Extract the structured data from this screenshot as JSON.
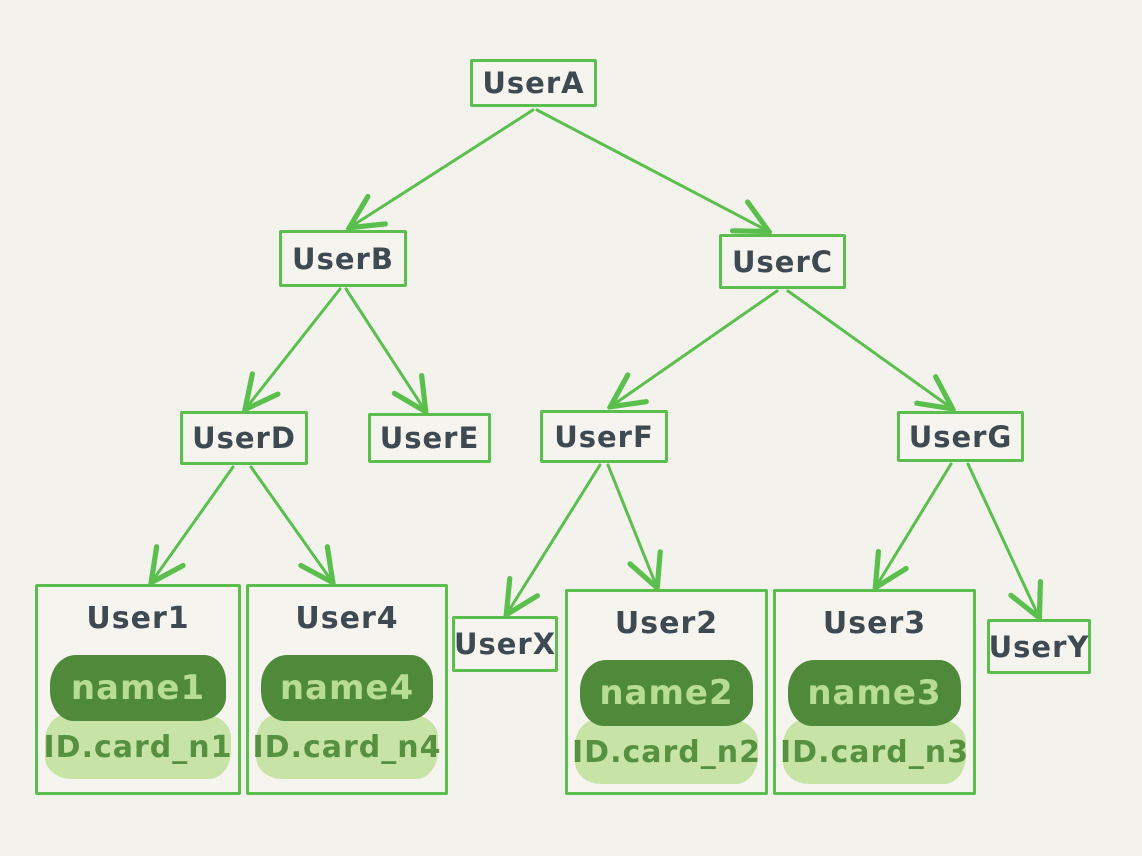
{
  "diagram": {
    "type": "tree",
    "root": "UserA",
    "edges": [
      [
        "UserA",
        "UserB"
      ],
      [
        "UserA",
        "UserC"
      ],
      [
        "UserB",
        "UserD"
      ],
      [
        "UserB",
        "UserE"
      ],
      [
        "UserC",
        "UserF"
      ],
      [
        "UserC",
        "UserG"
      ],
      [
        "UserD",
        "User1"
      ],
      [
        "UserD",
        "User4"
      ],
      [
        "UserF",
        "UserX"
      ],
      [
        "UserF",
        "User2"
      ],
      [
        "UserG",
        "User3"
      ],
      [
        "UserG",
        "UserY"
      ]
    ]
  },
  "nodes": {
    "userA": {
      "label": "UserA"
    },
    "userB": {
      "label": "UserB"
    },
    "userC": {
      "label": "UserC"
    },
    "userD": {
      "label": "UserD"
    },
    "userE": {
      "label": "UserE"
    },
    "userF": {
      "label": "UserF"
    },
    "userG": {
      "label": "UserG"
    },
    "userX": {
      "label": "UserX"
    },
    "userY": {
      "label": "UserY"
    }
  },
  "cards": {
    "user1": {
      "title": "User1",
      "name": "name1",
      "id_card": "ID.card_n1"
    },
    "user4": {
      "title": "User4",
      "name": "name4",
      "id_card": "ID.card_n4"
    },
    "user2": {
      "title": "User2",
      "name": "name2",
      "id_card": "ID.card_n2"
    },
    "user3": {
      "title": "User3",
      "name": "name3",
      "id_card": "ID.card_n3"
    }
  },
  "colors": {
    "background": "#f3f2ed",
    "stroke_green": "#5abf4d",
    "pill_dark_green": "#4f8a3a",
    "pill_light_green": "#c7e4a6",
    "pill_dark_text": "#b6dd92",
    "pill_light_text": "#569041",
    "label_text": "#3e4952"
  }
}
